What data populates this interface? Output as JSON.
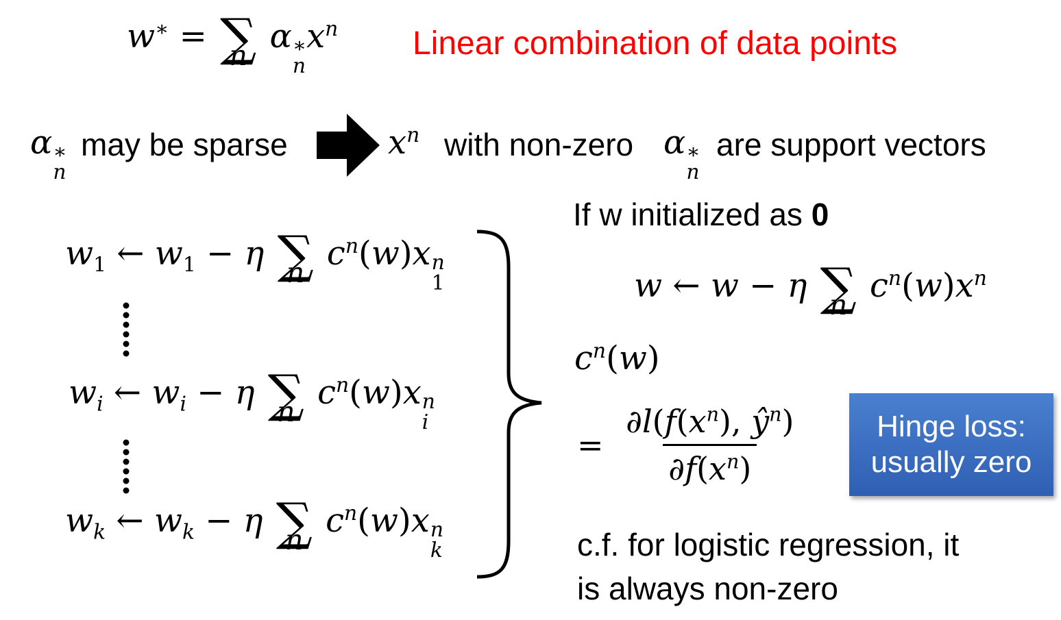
{
  "headline": "Linear combination of data points",
  "sparse": {
    "left_text": "may be sparse",
    "mid_text": "with non-zero",
    "right_text": "are support vectors"
  },
  "init_note": {
    "prefix": "If w initialized as ",
    "bold": "0"
  },
  "hinge_box": {
    "line1": "Hinge loss:",
    "line2": "usually zero"
  },
  "footnote": {
    "line1": "c.f. for logistic regression, it",
    "line2": "is always non-zero"
  },
  "colors": {
    "headline": "#ff0000",
    "hinge_box": "#3b6cc4",
    "arrow": "#000000"
  },
  "icons": {
    "arrow": "right-arrow-icon",
    "brace": "right-brace"
  }
}
